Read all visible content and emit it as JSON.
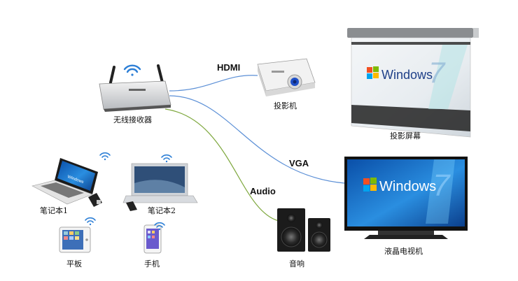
{
  "connections": {
    "hdmi": "HDMI",
    "vga": "VGA",
    "audio": "Audio",
    "colors": {
      "blue": "#5b8fd6",
      "green": "#7fa83f"
    }
  },
  "devices": {
    "receiver": "无线接收器",
    "projector": "投影机",
    "screen": "投影屏幕",
    "tv": "液晶电视机",
    "speaker": "音响",
    "laptop1": "笔记本1",
    "laptop2": "笔记本2",
    "tablet": "平板",
    "phone": "手机"
  },
  "windows_logo_text": "Windows",
  "windows_logo_number": "7",
  "icons": [
    "wifi-icon",
    "windows-logo-icon"
  ]
}
